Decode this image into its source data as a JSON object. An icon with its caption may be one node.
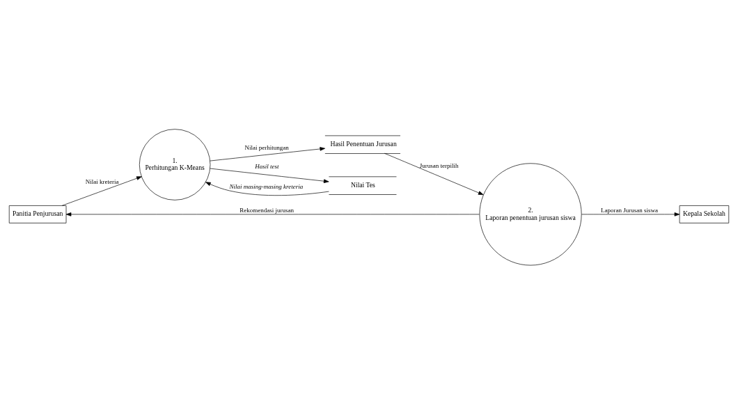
{
  "diagram": {
    "nodes": [
      {
        "text": [
          "Panitia Penjurusan"
        ]
      },
      {
        "text": [
          "1.",
          "Perhitungan K-Means"
        ]
      },
      {
        "text": [
          "Hasil Penentuan Jurusan"
        ]
      },
      {
        "text": [
          "Nilai Tes"
        ]
      },
      {
        "text": [
          "2.",
          "Laporan penentuan jurusan siswa"
        ]
      },
      {
        "text": [
          "Kepala Sekolah"
        ]
      }
    ],
    "edges": [
      {
        "from": 0,
        "to": 1,
        "arrow": "to",
        "label": "Nilai kreteria"
      },
      {
        "from": 1,
        "to": 2,
        "arrow": "to",
        "label": "Nilai perhitungan"
      },
      {
        "from": 1,
        "to": 3,
        "arrow": "to",
        "label": "Hasil test"
      },
      {
        "from": 3,
        "to": 1,
        "arrow": "to",
        "label": "Nilai masing-masing kreteria"
      },
      {
        "from": 2,
        "to": 4,
        "arrow": "to",
        "label": "Jurusan terpilih"
      },
      {
        "from": 4,
        "to": 0,
        "arrow": "to",
        "label": "Rekomendasi jurusan"
      },
      {
        "from": 4,
        "to": 5,
        "arrow": "to",
        "label": "Laporan Jurusan siswa"
      }
    ]
  }
}
